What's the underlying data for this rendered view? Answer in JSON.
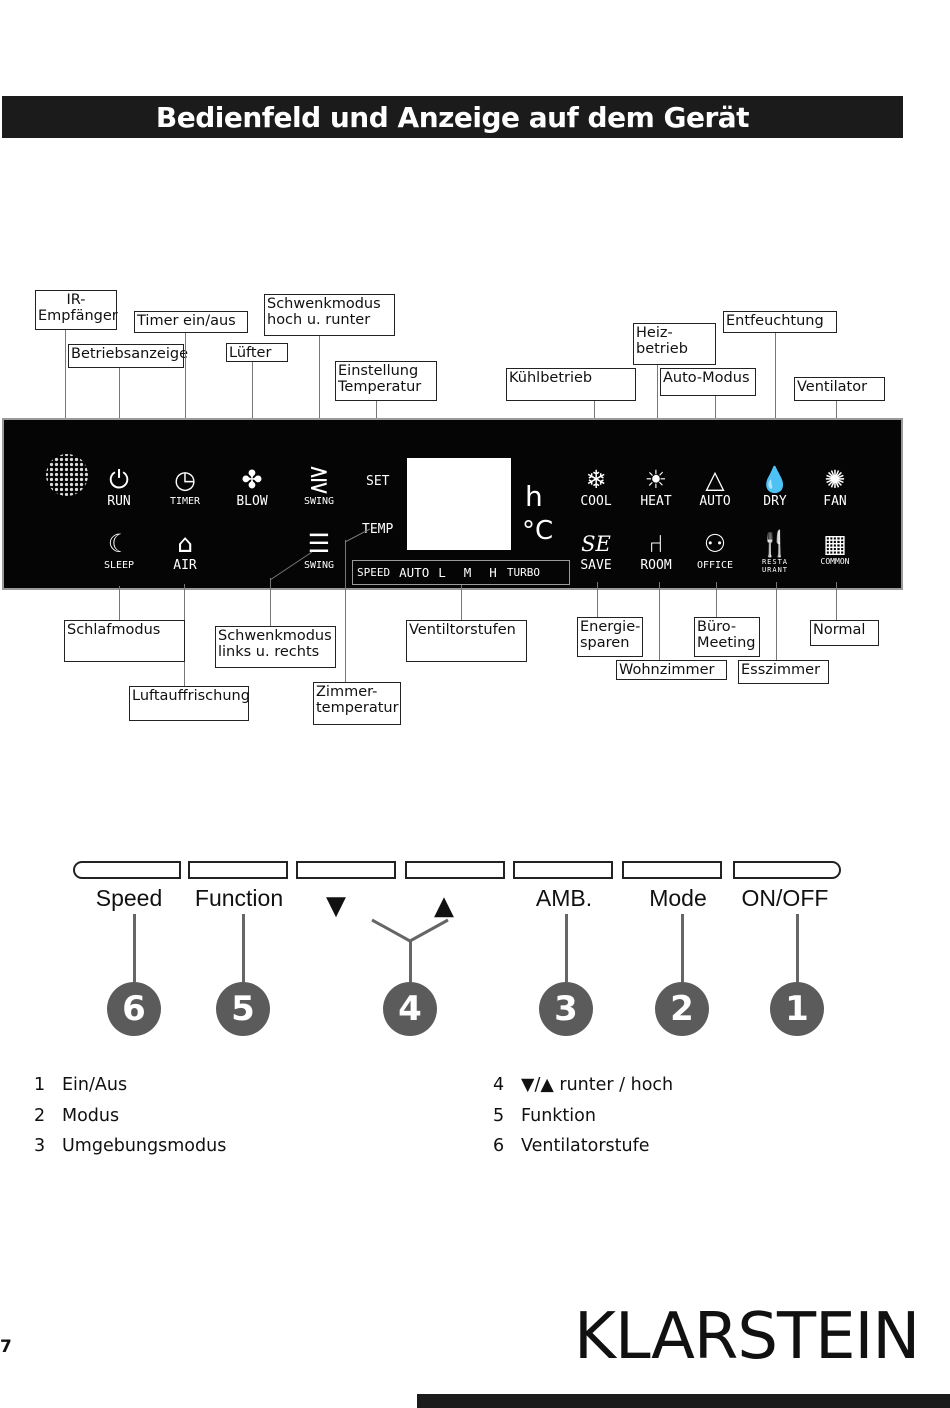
{
  "header": {
    "title": "Bedienfeld und Anzeige auf dem Gerät"
  },
  "labels_top": {
    "ir": "IR-\nEmpfänger",
    "run": "Betriebsanzeige",
    "timer": "Timer ein/aus",
    "blow": "Lüfter",
    "swing_vertical": "Schwenkmodus\nhoch u. runter",
    "set_temp": "Einstellung\nTemperatur",
    "cool": "Kühlbetrieb",
    "heat": "Heiz-\nbetrieb",
    "auto": "Auto-Modus",
    "dry": "Entfeuchtung",
    "fan": "Ventilator"
  },
  "labels_bottom": {
    "sleep": "Schlafmodus",
    "air": "Luftauffrischung",
    "swing_horizontal": "Schwenkmodus\nlinks u. rechts",
    "room_temp": "Zimmer-\ntemperatur",
    "speed": "Ventiltorstufen",
    "save": "Energie-\nsparen",
    "room": "Wohnzimmer",
    "office": "Büro-\nMeeting",
    "restaurant": "Esszimmer",
    "common": "Normal"
  },
  "panel": {
    "run": "RUN",
    "timer": "TIMER",
    "blow": "BLOW",
    "swing": "SWING",
    "set": "SET",
    "temp": "TEMP",
    "h": "h",
    "celsius": "°C",
    "cool": "COOL",
    "heat": "HEAT",
    "auto": "AUTO",
    "dry": "DRY",
    "fan": "FAN",
    "sleep": "SLEEP",
    "air": "AIR",
    "swing2": "SWING",
    "se": "SE",
    "save": "SAVE",
    "room": "ROOM",
    "office": "OFFICE",
    "restaurant": "RESTA\nURANT",
    "common": "COMMON",
    "speed_row": [
      "SPEED",
      "AUTO",
      "L",
      "M",
      "H",
      "TURBO"
    ]
  },
  "buttons": {
    "speed": "Speed",
    "function": "Function",
    "down": "▼",
    "up": "▲",
    "amb": "AMB.",
    "mode": "Mode",
    "onoff": "ON/OFF"
  },
  "callouts": [
    "6",
    "5",
    "4",
    "3",
    "2",
    "1"
  ],
  "legend": [
    {
      "n": "1",
      "text": "Ein/Aus"
    },
    {
      "n": "2",
      "text": "Modus"
    },
    {
      "n": "3",
      "text": "Umgebungsmodus"
    },
    {
      "n": "4",
      "text": "▼/▲ runter / hoch"
    },
    {
      "n": "5",
      "text": "Funktion"
    },
    {
      "n": "6",
      "text": "Ventilatorstufe"
    }
  ],
  "footer": {
    "page": "7",
    "brand": "KLARSTEIN"
  }
}
